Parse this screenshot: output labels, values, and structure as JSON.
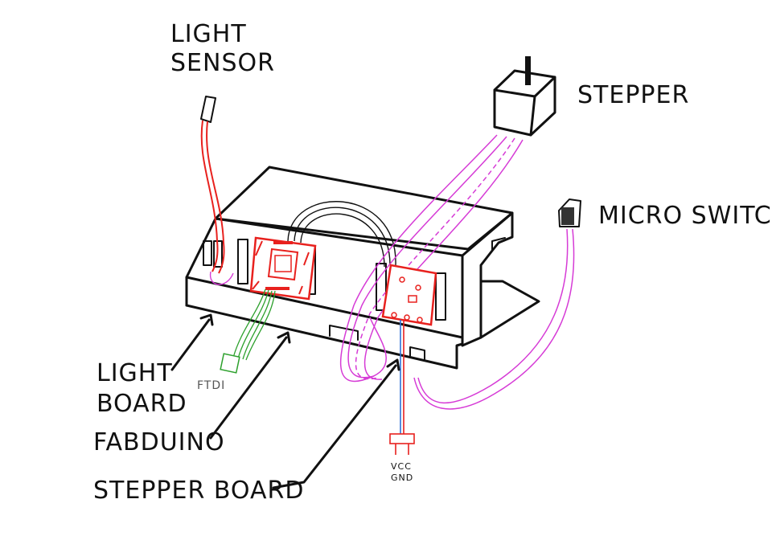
{
  "labels": {
    "light_sensor_line1": "LIGHT",
    "light_sensor_line2": "SENSOR",
    "stepper": "STEPPER",
    "micro_switch": "MICRO SWITCH",
    "light_board_line1": "LIGHT",
    "light_board_line2": "BOARD",
    "fabduino": "FABDUINO",
    "stepper_board": "STEPPER BOARD",
    "ftdi": "FTDI",
    "vcc": "VCC",
    "gnd": "GND"
  },
  "colors": {
    "ink": "#111111",
    "board": "#e8211e",
    "sensor_wire": "#e8211e",
    "motor_wire": "#d63bd6",
    "ftdi_wire": "#2ca02c",
    "power_wire_pos": "#e8211e",
    "power_wire_neg": "#2f6fd6",
    "background": "#ffffff"
  }
}
